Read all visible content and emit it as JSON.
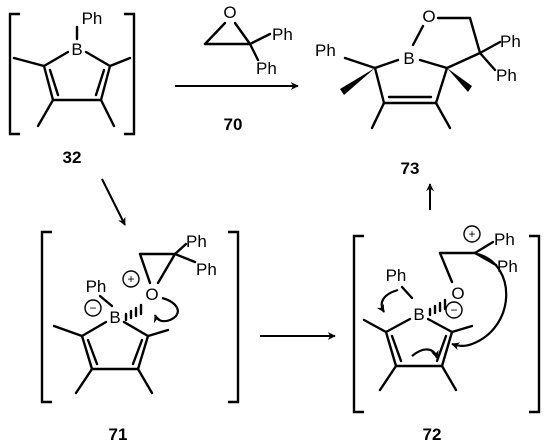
{
  "compounds": {
    "c32": "32",
    "c70": "70",
    "c71": "71",
    "c72": "72",
    "c73": "73"
  },
  "atoms": {
    "ph": "Ph",
    "boron": "B",
    "oxygen": "O"
  },
  "charges": {
    "plus": "+",
    "minus": "−"
  },
  "colors": {
    "ink": "#000000",
    "background": "#ffffff"
  }
}
